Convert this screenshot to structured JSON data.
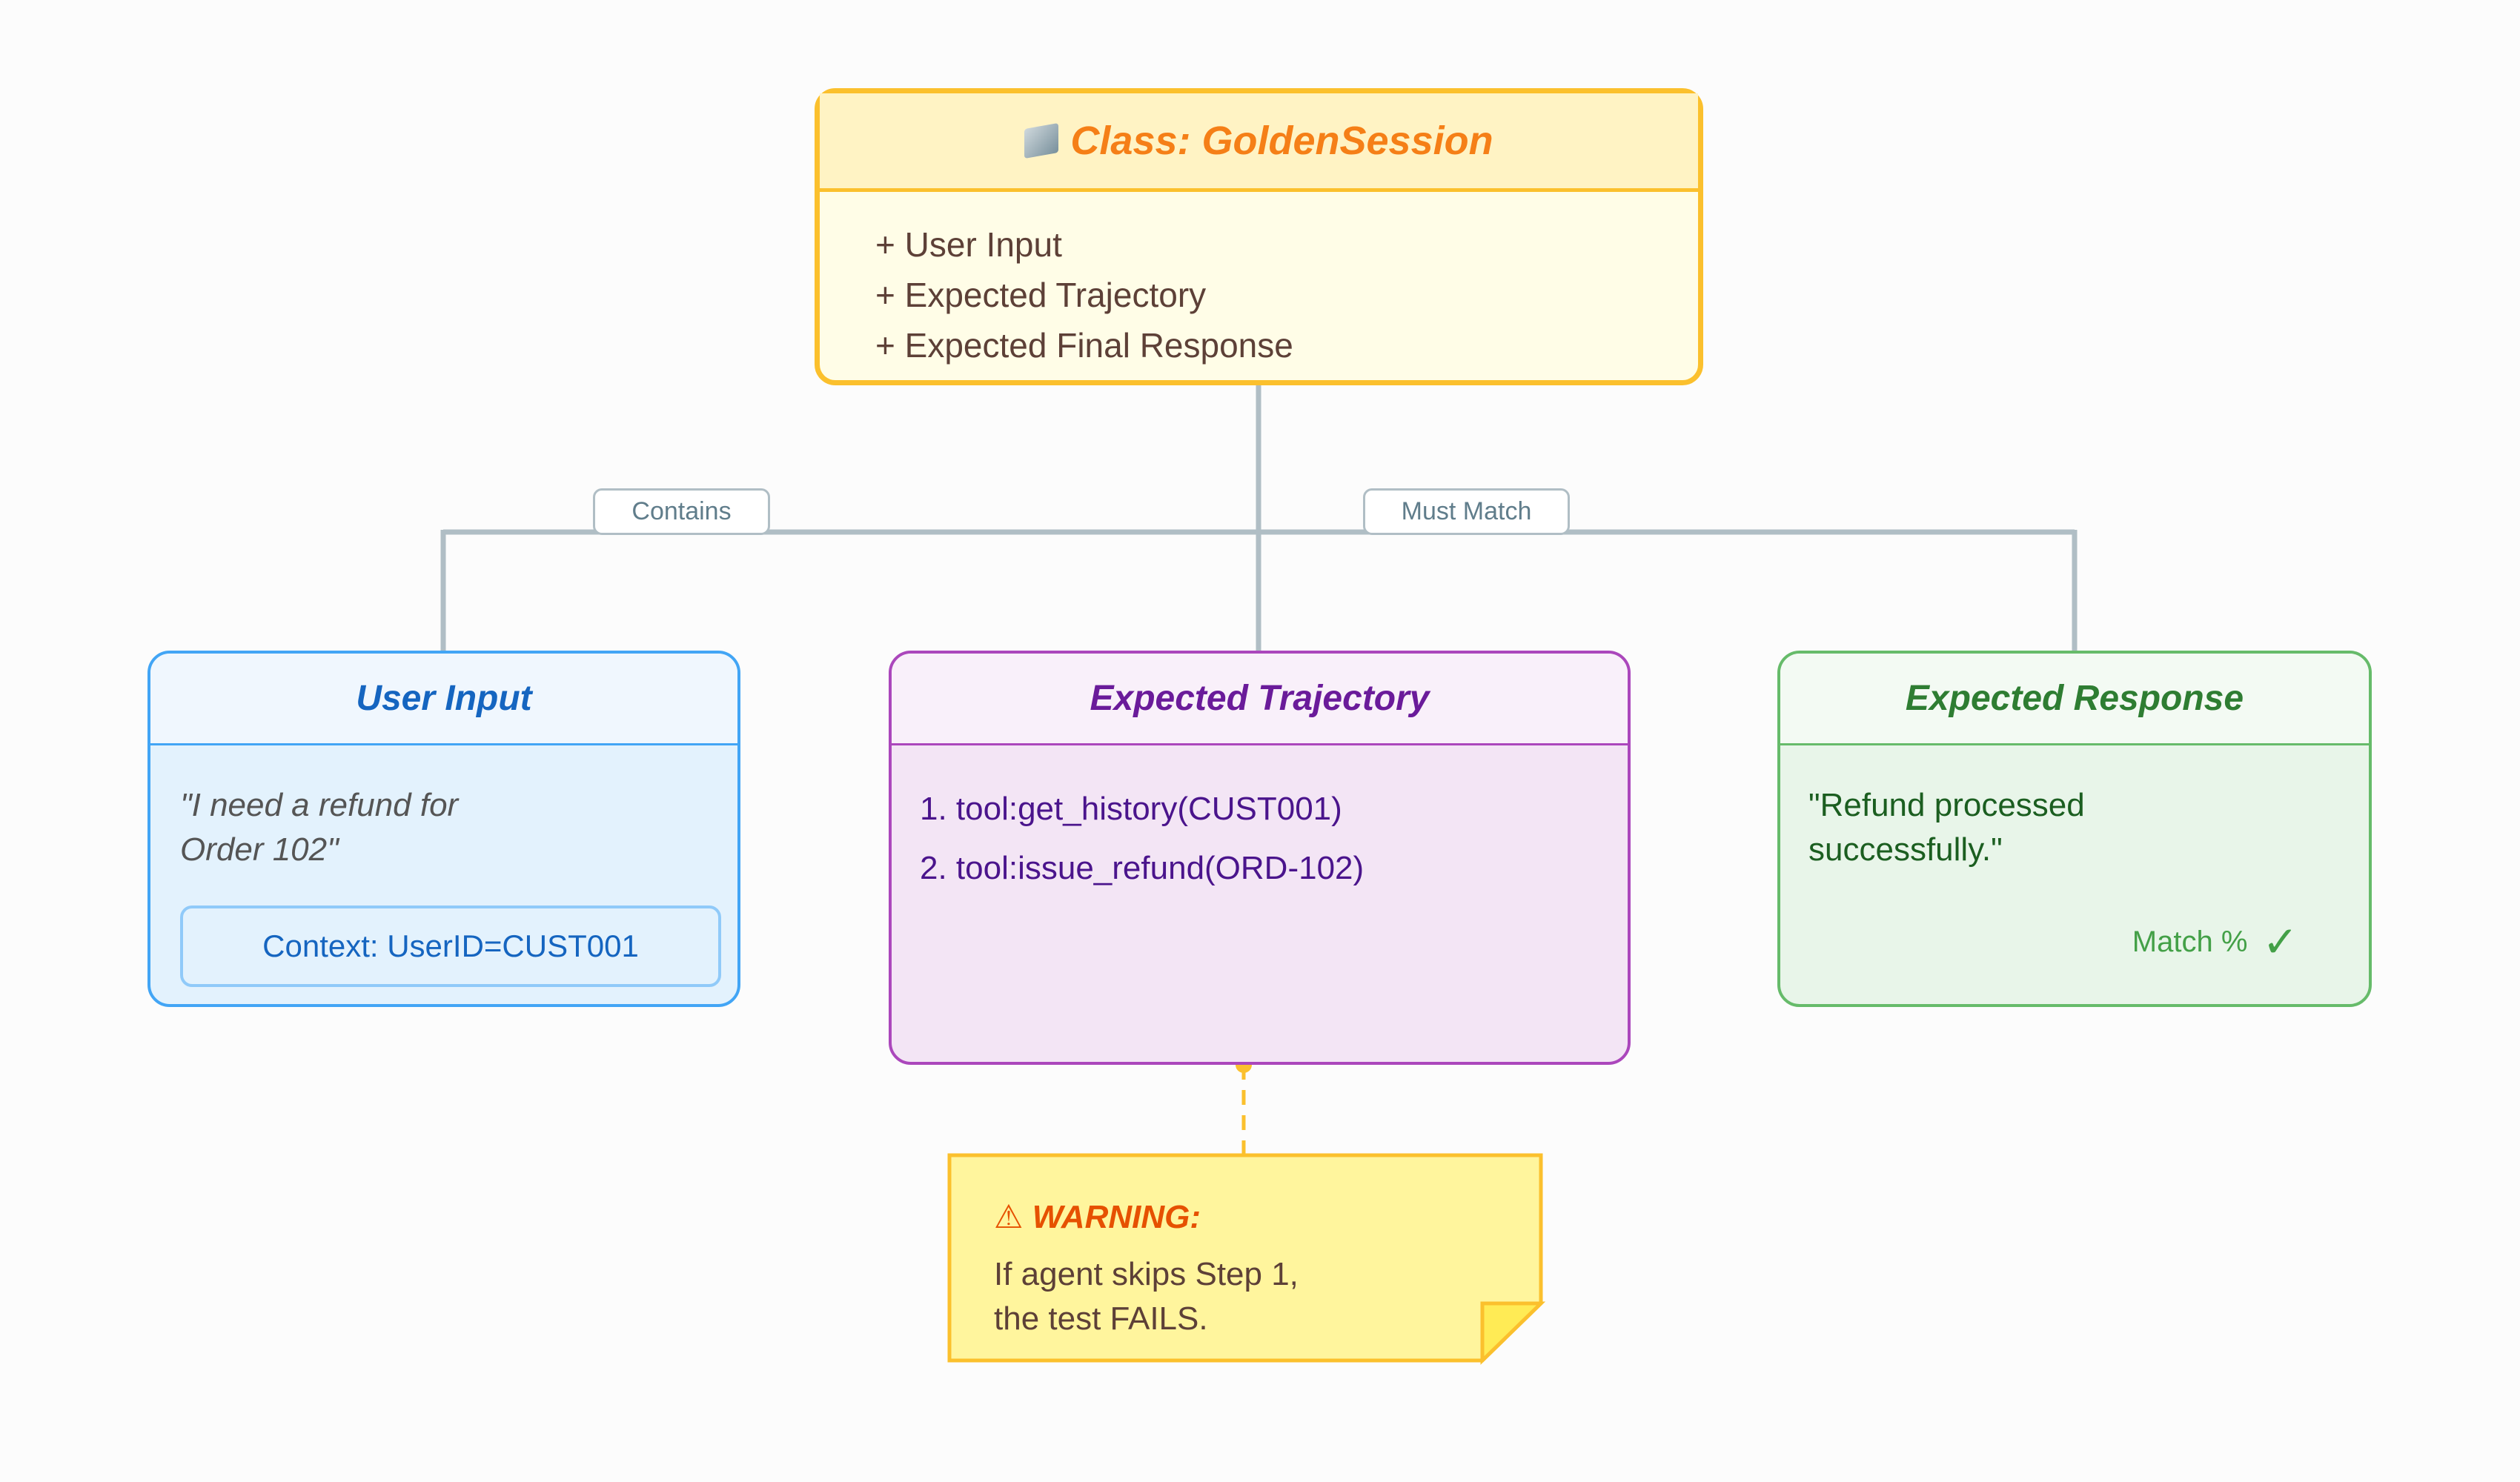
{
  "class_box": {
    "icon": "folder-icon",
    "title": "Class: GoldenSession",
    "fields": [
      "+ User Input",
      "+ Expected Trajectory",
      "+ Expected Final Response"
    ]
  },
  "edge_labels": {
    "contains": "Contains",
    "must_match": "Must Match"
  },
  "user_input": {
    "title": "User Input",
    "quote_line1": "\"I need a refund for",
    "quote_line2": "Order 102\"",
    "context": "Context: UserID=CUST001"
  },
  "trajectory": {
    "title": "Expected Trajectory",
    "steps": [
      "1. tool:get_history(CUST001)",
      "2. tool:issue_refund(ORD-102)"
    ]
  },
  "response": {
    "title": "Expected Response",
    "text_line1": "\"Refund processed",
    "text_line2": "successfully.\"",
    "match_label": "Match %",
    "match_icon": "checkmark-icon"
  },
  "warning": {
    "icon": "warning-triangle-icon",
    "title": "WARNING:",
    "line1": "If agent skips Step 1,",
    "line2": "the test FAILS."
  },
  "colors": {
    "class": "#fbc02d",
    "user_input": "#42a5f5",
    "trajectory": "#ab47bc",
    "response": "#66bb6a",
    "warning": "#e65100",
    "connector": "#b0bec5"
  }
}
